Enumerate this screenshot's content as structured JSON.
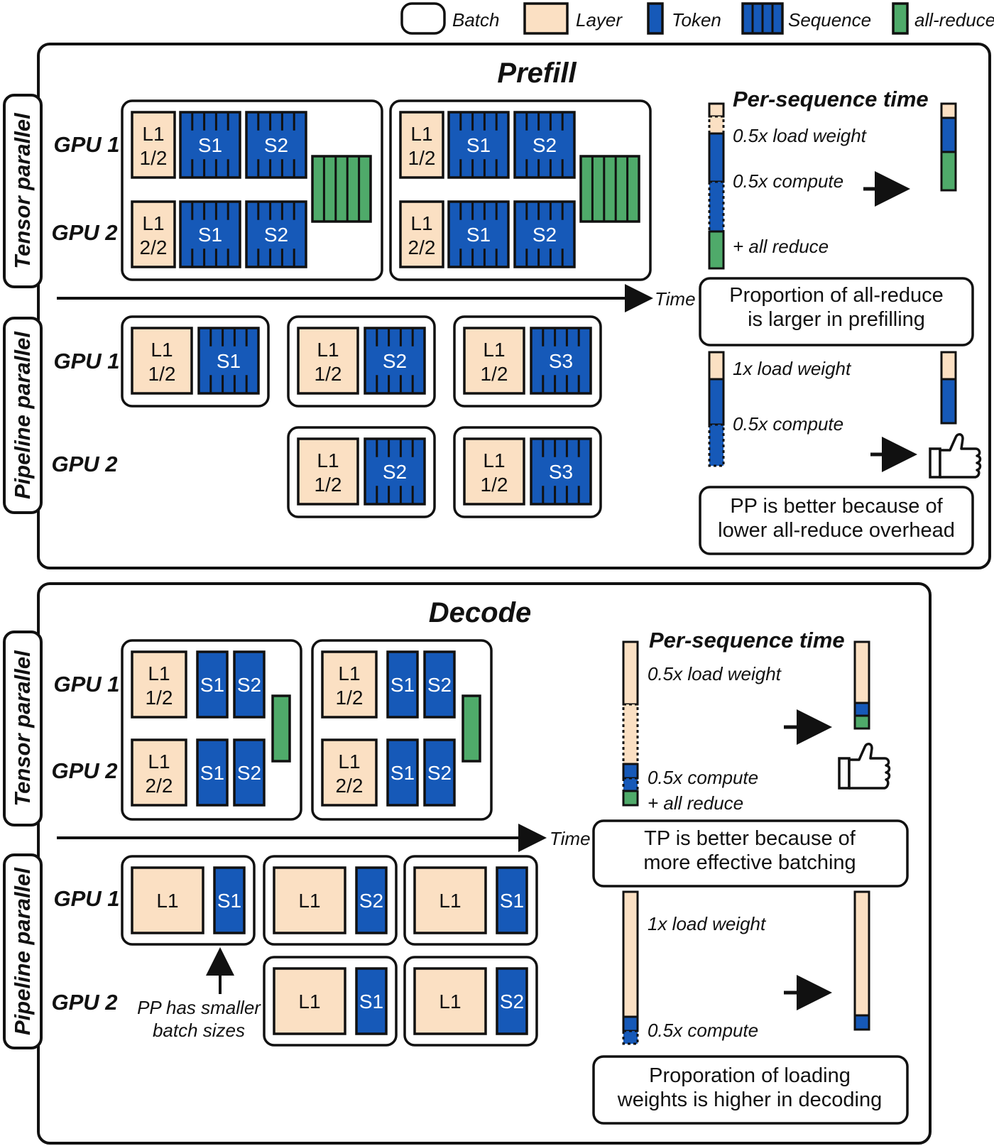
{
  "colors": {
    "layer": "#FBE0C3",
    "token": "#1659B8",
    "allreduce": "#4FAA6A",
    "stroke": "#111111",
    "background": "#FFFFFF"
  },
  "legend": {
    "batch": "Batch",
    "layer": "Layer",
    "token": "Token",
    "sequence": "Sequence",
    "allreduce": "all-reduce"
  },
  "prefill": {
    "title": "Prefill",
    "tp_label": "Tensor parallel",
    "pp_label": "Pipeline parallel",
    "gpu1": "GPU 1",
    "gpu2": "GPU 2",
    "time": "Time",
    "tp_layers": [
      "L1 1/2",
      "L1 2/2"
    ],
    "pp_layer": "L1 1/2",
    "seqs": [
      "S1",
      "S2",
      "S3"
    ],
    "per_seq_title": "Per-sequence time",
    "tp_load": "0.5x load weight",
    "tp_compute": "0.5x compute",
    "tp_allreduce": "+ all reduce",
    "tp_note": "Proportion of all-reduce is larger in prefilling",
    "pp_load": "1x load weight",
    "pp_compute": "0.5x compute",
    "pp_note": "PP is better because of lower all-reduce overhead"
  },
  "decode": {
    "title": "Decode",
    "tp_label": "Tensor parallel",
    "pp_label": "Pipeline parallel",
    "gpu1": "GPU 1",
    "gpu2": "GPU 2",
    "time": "Time",
    "tp_layers": [
      "L1 1/2",
      "L1 2/2"
    ],
    "pp_layer": "L1",
    "seqs": [
      "S1",
      "S2"
    ],
    "per_seq_title": "Per-sequence time",
    "tp_load": "0.5x load weight",
    "tp_compute": "0.5x compute",
    "tp_allreduce": "+ all reduce",
    "tp_note": "TP is better because of more effective batching",
    "pp_annotation": "PP has smaller batch sizes",
    "pp_load": "1x load weight",
    "pp_compute": "0.5x compute",
    "pp_note": "Proporation of loading weights is higher in decoding"
  }
}
